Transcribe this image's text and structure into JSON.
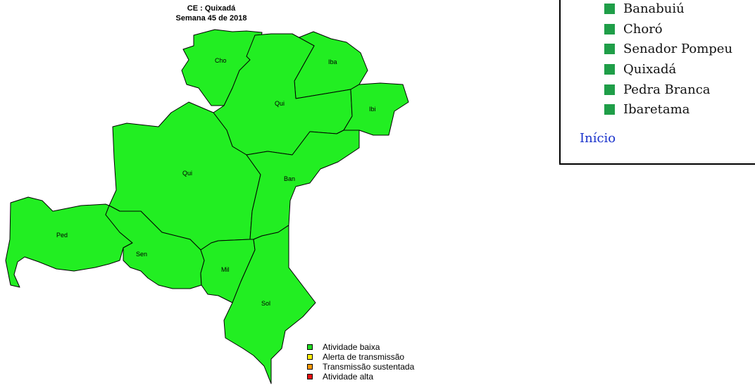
{
  "map": {
    "title_line1": "CE : Quixadá",
    "title_line2": "Semana 45 de 2018",
    "fill_color": "#22ee22",
    "region_labels": [
      "Cho",
      "Iba",
      "Qui",
      "Ibi",
      "Qui",
      "Ban",
      "Ped",
      "Sen",
      "Mil",
      "Sol"
    ]
  },
  "legend": {
    "items": [
      {
        "label": "Atividade baixa",
        "color": "#22dd22"
      },
      {
        "label": "Alerta de transmissão",
        "color": "#ffee00"
      },
      {
        "label": "Transmissão sustentada",
        "color": "#ff9900"
      },
      {
        "label": "Atividade alta",
        "color": "#ee1111"
      }
    ]
  },
  "sidebar": {
    "municipalities": [
      "Banabuiú",
      "Choró",
      "Senador Pompeu",
      "Quixadá",
      "Pedra Branca",
      "Ibaretama"
    ],
    "marker_color": "#1f9e48",
    "home_link": "Início"
  }
}
